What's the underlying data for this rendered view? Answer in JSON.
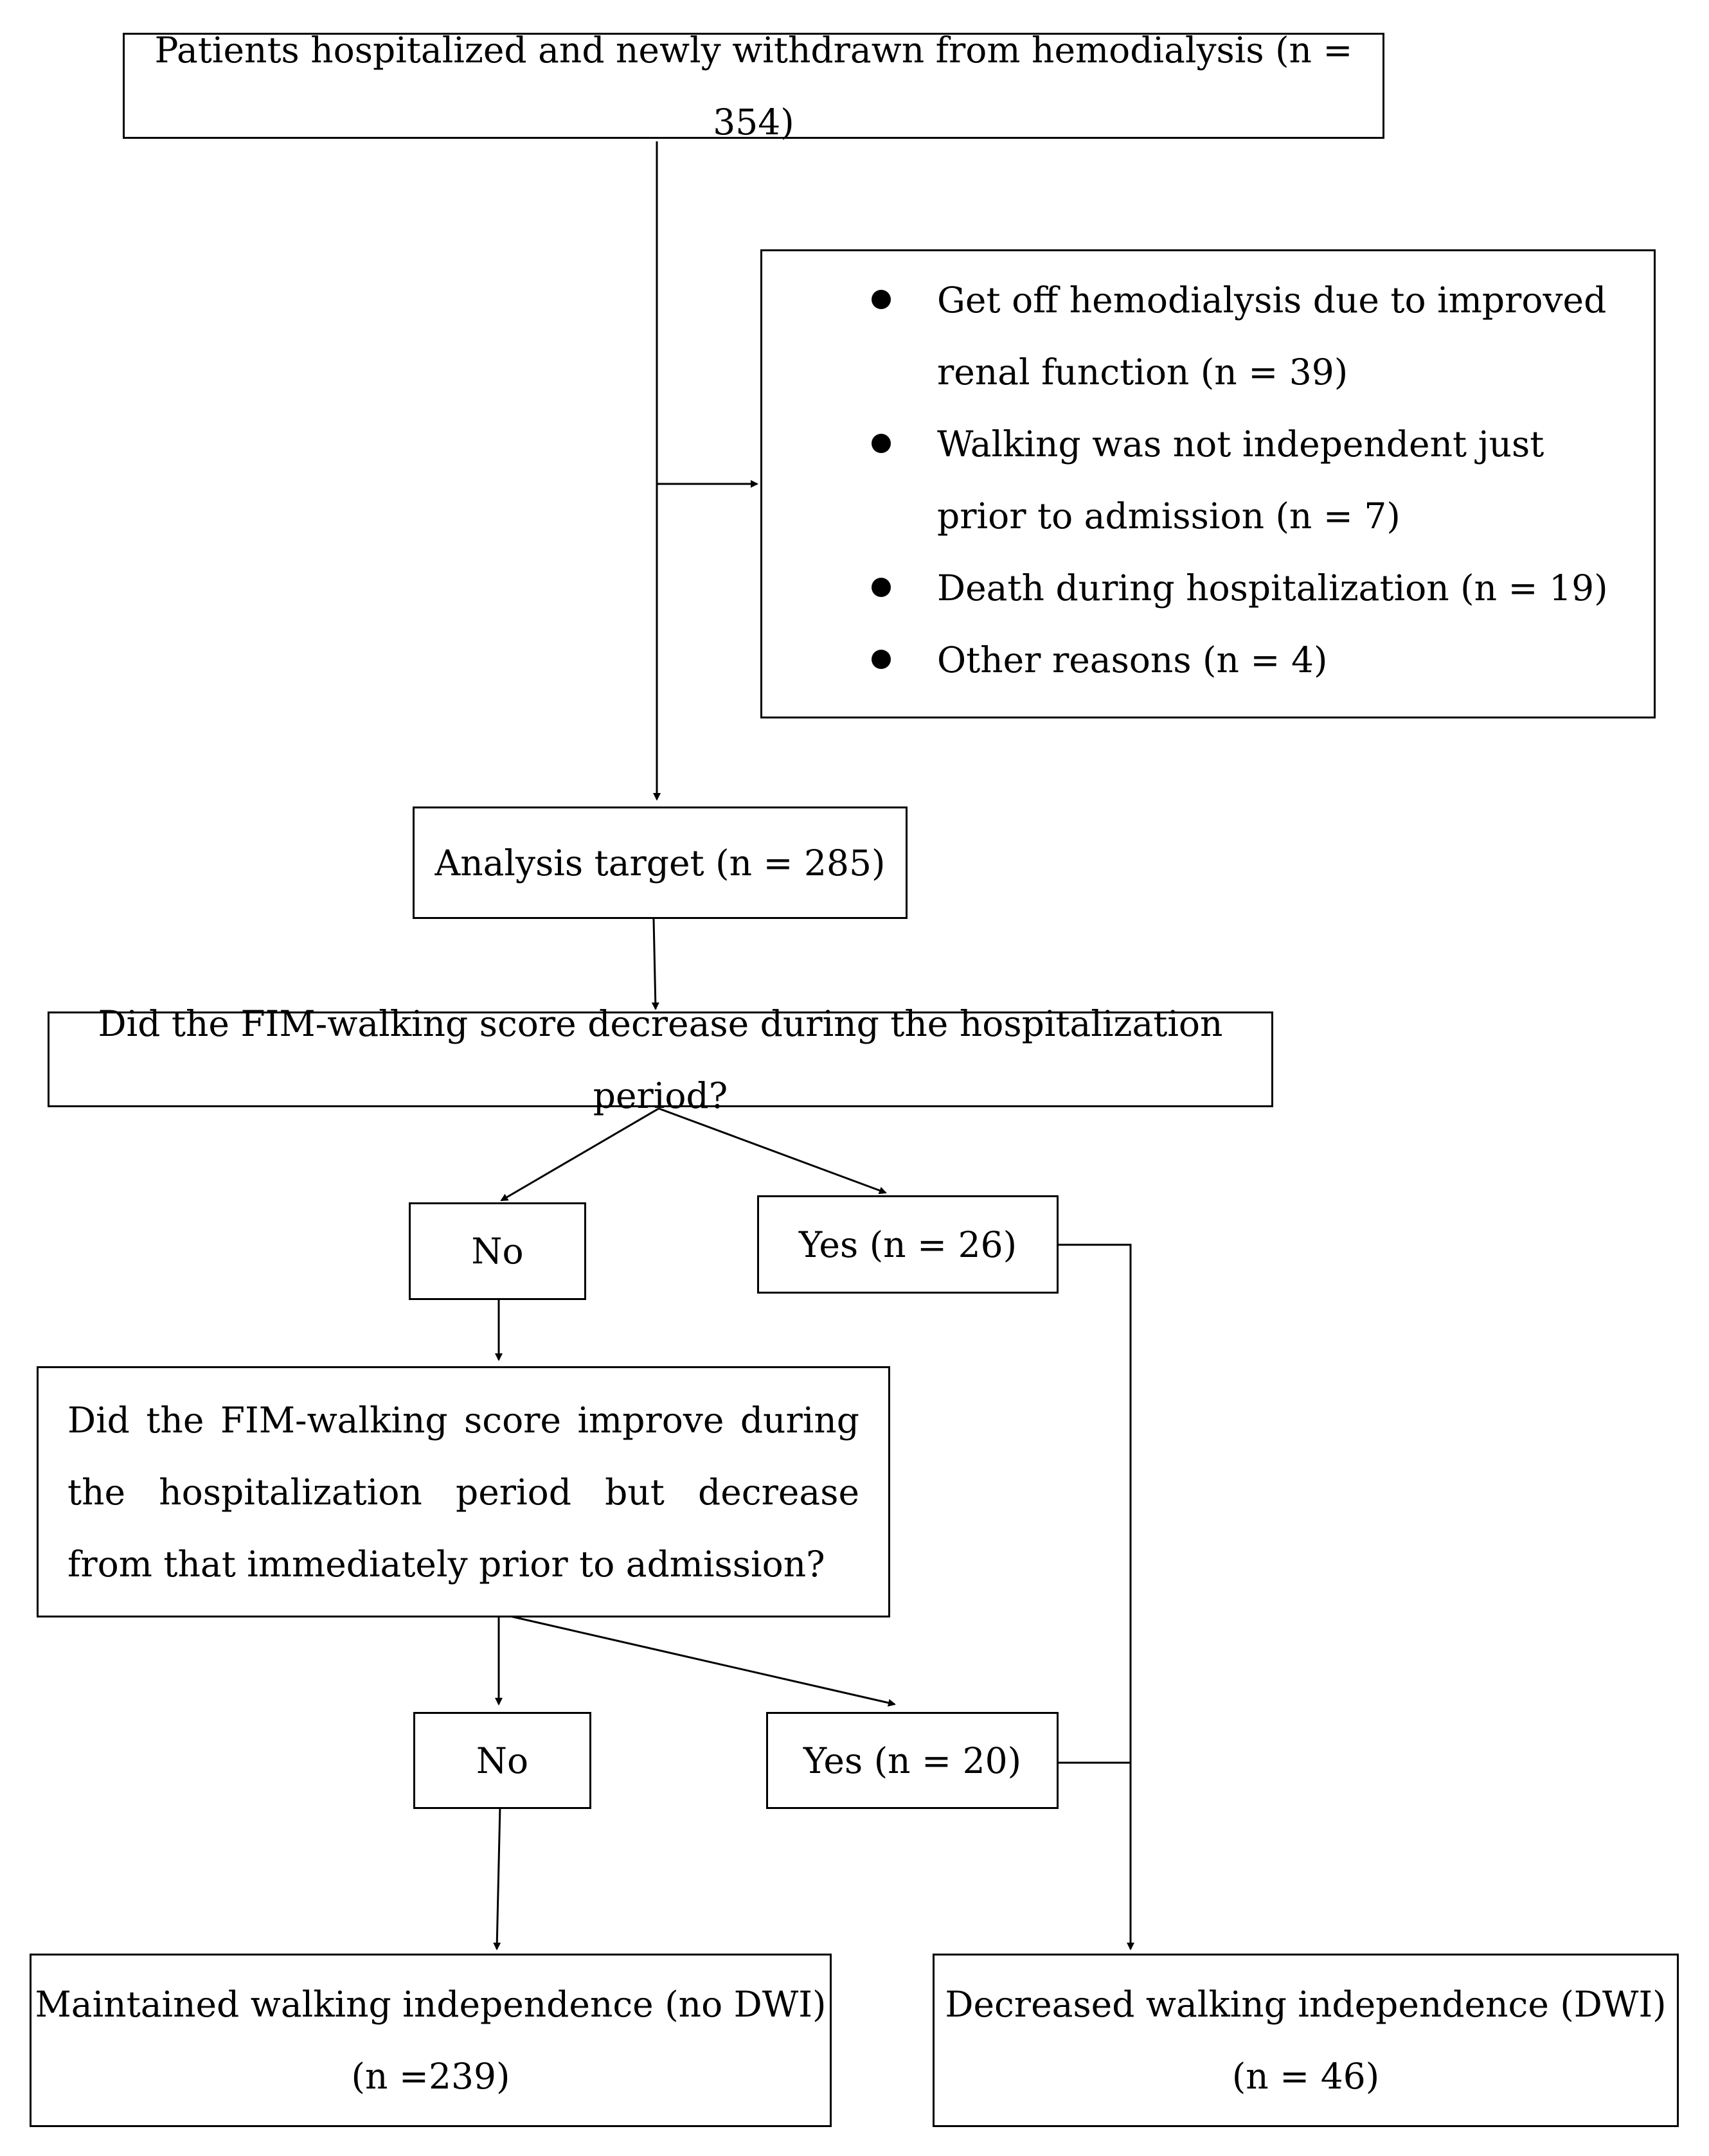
{
  "diagram": {
    "start": "Patients hospitalized and newly withdrawn from hemodialysis (n = 354)",
    "exclusions": [
      "Get off hemodialysis due to improved renal function (n = 39)",
      "Walking was not independent just prior to admission (n = 7)",
      "Death during hospitalization (n = 19)",
      "Other reasons (n = 4)"
    ],
    "analysis_target": "Analysis target (n = 285)",
    "question_1": "Did the FIM-walking score decrease during the hospitalization period?",
    "q1_no": "No",
    "q1_yes": "Yes (n = 26)",
    "question_2": "Did the FIM-walking score improve during the hospitalization period but decrease from that immediately prior to admission?",
    "q2_no": "No",
    "q2_yes": "Yes (n = 20)",
    "outcome_maintained": {
      "label": "Maintained walking independence (no DWI)",
      "count": "(n =239)"
    },
    "outcome_decreased": {
      "label": "Decreased walking independence (DWI)",
      "count": "(n = 46)"
    }
  }
}
